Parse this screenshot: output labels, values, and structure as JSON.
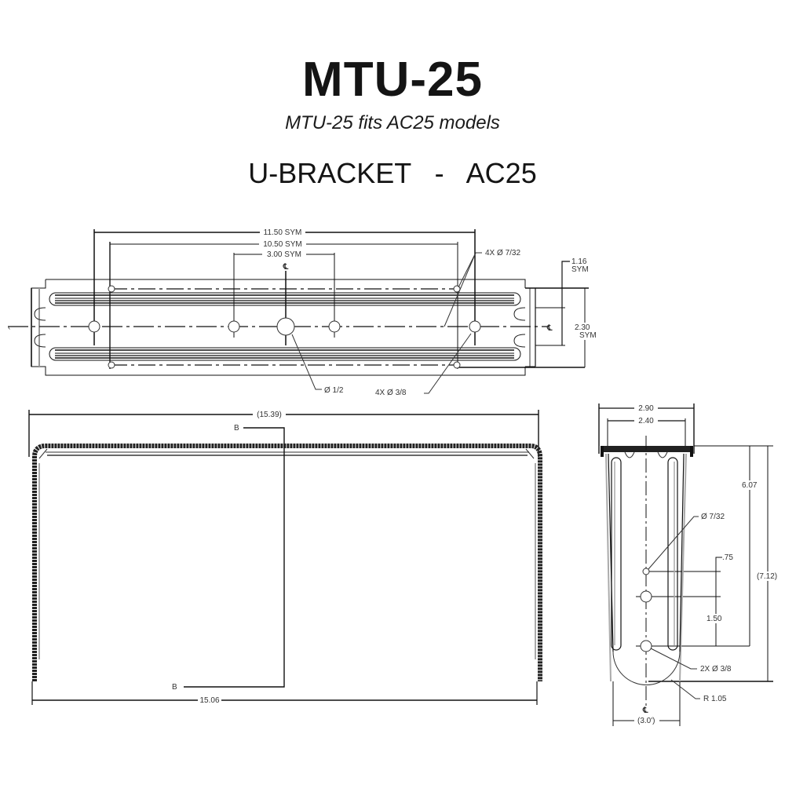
{
  "header": {
    "title": "MTU-25",
    "subtitle": "MTU-25 fits AC25 models",
    "heading": "U-BRACKET   -   AC25"
  },
  "top_view": {
    "dims": {
      "overall_holes": "11.50 SYM",
      "inner_holes": "10.50 SYM",
      "center_holes": "3.00 SYM",
      "height_1": "1.16",
      "height_1_sym": "SYM",
      "height_2": "2.30",
      "height_2_sym": "SYM"
    },
    "callouts": {
      "small_holes": "4X Ø 7/32",
      "center_hole": "Ø 1/2",
      "mid_holes": "4X Ø 3/8"
    },
    "centerline_symbol": "℄"
  },
  "front_view": {
    "dims": {
      "overall_width": "(15.39)",
      "inner_width": "15.06"
    },
    "section_labels": {
      "top": "B",
      "bottom": "B"
    }
  },
  "side_view": {
    "dims": {
      "outer_width": "2.90",
      "inner_width": "2.40",
      "hole_to_top": "6.07",
      "overall_height": "(7.12)",
      "offset": ".75",
      "spacing": "1.50",
      "bottom_width": "(3.0')"
    },
    "callouts": {
      "small_hole": "Ø 7/32",
      "bottom_holes": "2X Ø 3/8",
      "radius": "R 1.05"
    },
    "centerline_symbol": "℄"
  }
}
